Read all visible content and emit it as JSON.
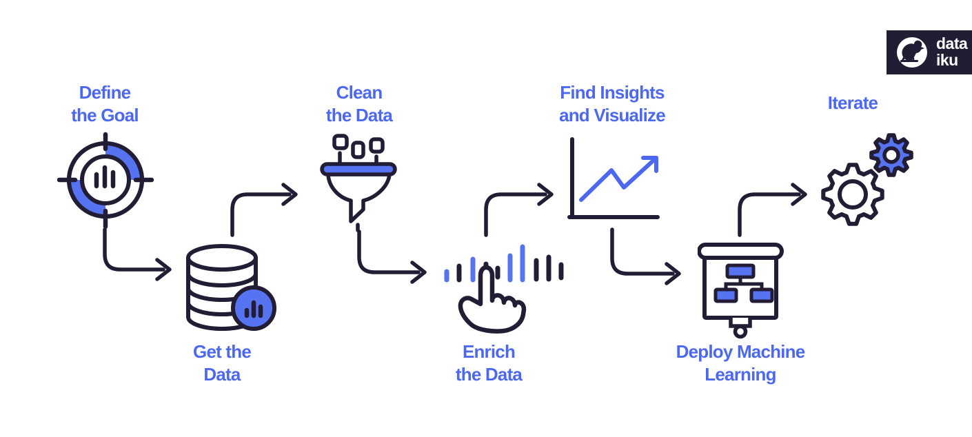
{
  "page": {
    "background": "#FFFFFF"
  },
  "colors": {
    "accent_text": "#4C68F0",
    "icon_fill": "#5673F1",
    "outline": "#221C35",
    "background": "#FFFFFF"
  },
  "logo": {
    "line1": "data",
    "line2": "iku",
    "icon": "bird-icon",
    "background": "#221C35",
    "text_color": "#FFFFFF"
  },
  "steps": [
    {
      "id": "define-goal",
      "label": "Define\nthe Goal",
      "icon": "target-chart-icon"
    },
    {
      "id": "get-data",
      "label": "Get the\nData",
      "icon": "database-icon"
    },
    {
      "id": "clean-data",
      "label": "Clean\nthe Data",
      "icon": "funnel-icon"
    },
    {
      "id": "enrich-data",
      "label": "Enrich\nthe Data",
      "icon": "hand-bars-icon"
    },
    {
      "id": "find-insights",
      "label": "Find Insights\nand Visualize",
      "icon": "line-chart-icon"
    },
    {
      "id": "deploy-ml",
      "label": "Deploy Machine\nLearning",
      "icon": "presentation-flowchart-icon"
    },
    {
      "id": "iterate",
      "label": "Iterate",
      "icon": "gears-icon"
    }
  ],
  "arrows": [
    {
      "from": "define-goal",
      "to": "get-data",
      "shape": "down-right-elbow"
    },
    {
      "from": "get-data",
      "to": "clean-data",
      "shape": "up-right-elbow"
    },
    {
      "from": "clean-data",
      "to": "enrich-data",
      "shape": "down-right-elbow"
    },
    {
      "from": "enrich-data",
      "to": "find-insights",
      "shape": "up-right-elbow"
    },
    {
      "from": "find-insights",
      "to": "deploy-ml",
      "shape": "down-right-elbow"
    },
    {
      "from": "deploy-ml",
      "to": "iterate",
      "shape": "up-right-elbow"
    }
  ]
}
